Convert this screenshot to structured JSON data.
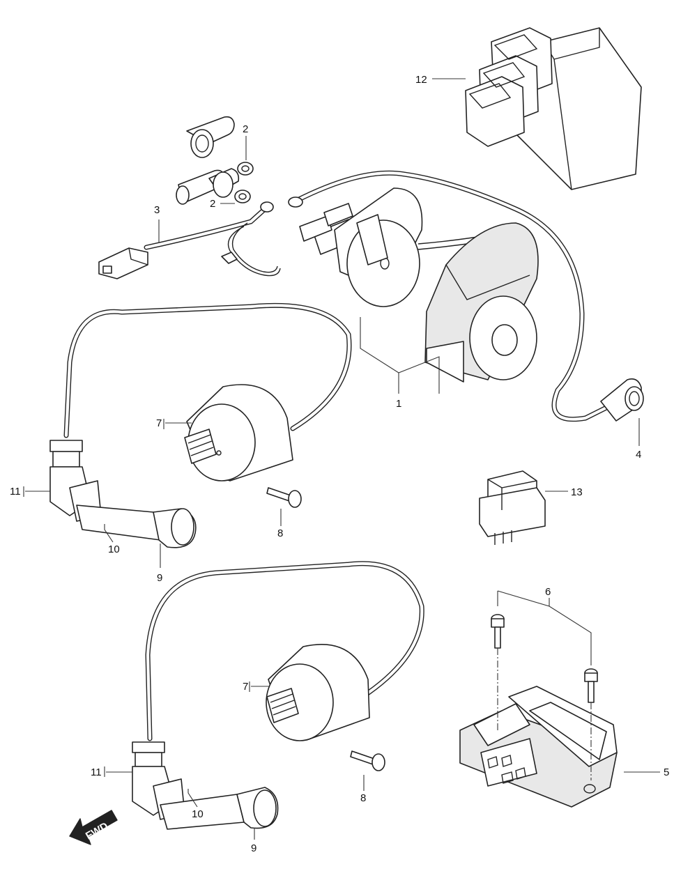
{
  "callouts": {
    "c1": "1",
    "c2a": "2",
    "c2b": "2",
    "c3": "3",
    "c4": "4",
    "c5": "5",
    "c6": "6",
    "c7a": "7",
    "c7b": "7",
    "c8a": "8",
    "c8b": "8",
    "c9a": "9",
    "c9b": "9",
    "c10a": "10",
    "c10b": "10",
    "c11a": "11",
    "c11b": "11",
    "c12": "12",
    "c13": "13"
  },
  "direction_badge": "FWD"
}
